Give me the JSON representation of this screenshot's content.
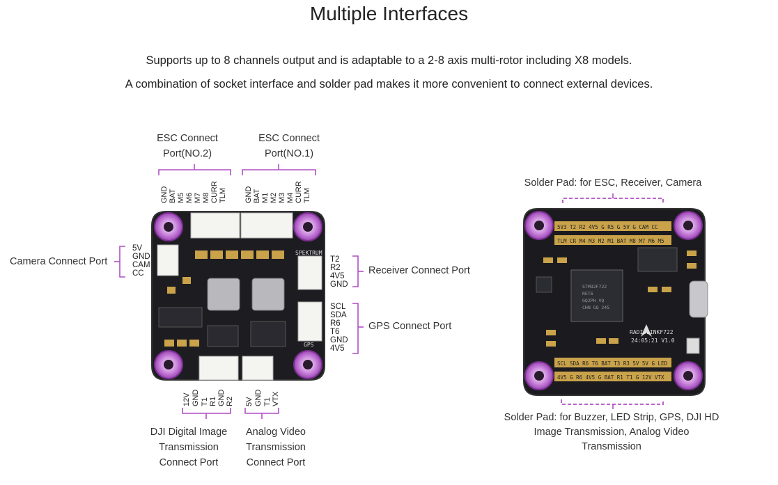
{
  "title": "Multiple Interfaces",
  "subtitle_lines": [
    "Supports up to 8 channels output and is adaptable to a 2-8 axis multi-rotor including X8 models.",
    "A combination of socket interface and solder pad makes it more convenient to connect external devices."
  ],
  "left_board": {
    "esc2": {
      "label_l1": "ESC Connect",
      "label_l2": "Port(NO.2)",
      "pins": [
        "GND",
        "BAT",
        "M5",
        "M6",
        "M7",
        "M8",
        "CURR",
        "TLM"
      ]
    },
    "esc1": {
      "label_l1": "ESC Connect",
      "label_l2": "Port(NO.1)",
      "pins": [
        "GND",
        "BAT",
        "M1",
        "M2",
        "M3",
        "M4",
        "CURR",
        "TLM"
      ]
    },
    "camera": {
      "label": "Camera Connect Port",
      "pins": [
        "5V",
        "GND",
        "CAM",
        "CC"
      ]
    },
    "receiver": {
      "label": "Receiver Connect Port",
      "pins": [
        "T2",
        "R2",
        "4V5",
        "GND"
      ]
    },
    "gps": {
      "label": "GPS Connect Port",
      "pins": [
        "SCL",
        "SDA",
        "R6",
        "T6",
        "GND",
        "4V5"
      ]
    },
    "dji": {
      "label_lines": [
        "DJI Digital Image",
        "Transmission",
        "Connect Port"
      ],
      "pins": [
        "12V",
        "GND",
        "T1",
        "R1",
        "GND",
        "R2"
      ]
    },
    "analog": {
      "label_lines": [
        "Analog Video",
        "Transmission",
        "Connect Port"
      ],
      "pins": [
        "5V",
        "GND",
        "T1",
        "VTX"
      ]
    },
    "silk": {
      "spektrum": "SPEKTRUM",
      "gps": "GPS"
    }
  },
  "right_board": {
    "top_label": "Solder Pad: for ESC, Receiver, Camera",
    "bottom_label_lines": [
      "Solder Pad: for Buzzer, LED Strip, GPS, DJI HD",
      "Image Transmission, Analog Video",
      "Transmission"
    ],
    "silk": {
      "top_row_a": "5V3 T2 R2 4V5 G R5 G 5V G CAM CC",
      "top_row_b": "TLM CR M4 M3 M2 M1 BAT M8 M7 M6 M5",
      "chip_lines": [
        "STM32F722",
        "RET6",
        "GQ2PH VQ",
        "CHN GQ 245"
      ],
      "model": "RADIOLINKF722",
      "version": "24:05:21 V1.0",
      "bot_row_a": "SCL SDA R6 T6 BAT T3 R3 5V 5V G LED",
      "bot_row_b": "4V5 G R6 4V5 G BAT R1 T1 G 12V VTX"
    }
  },
  "colors": {
    "accent": "#b04fc4",
    "pad_fill": "#c77ad6",
    "board": "#1b1b1f",
    "gold": "#c9a24a"
  }
}
